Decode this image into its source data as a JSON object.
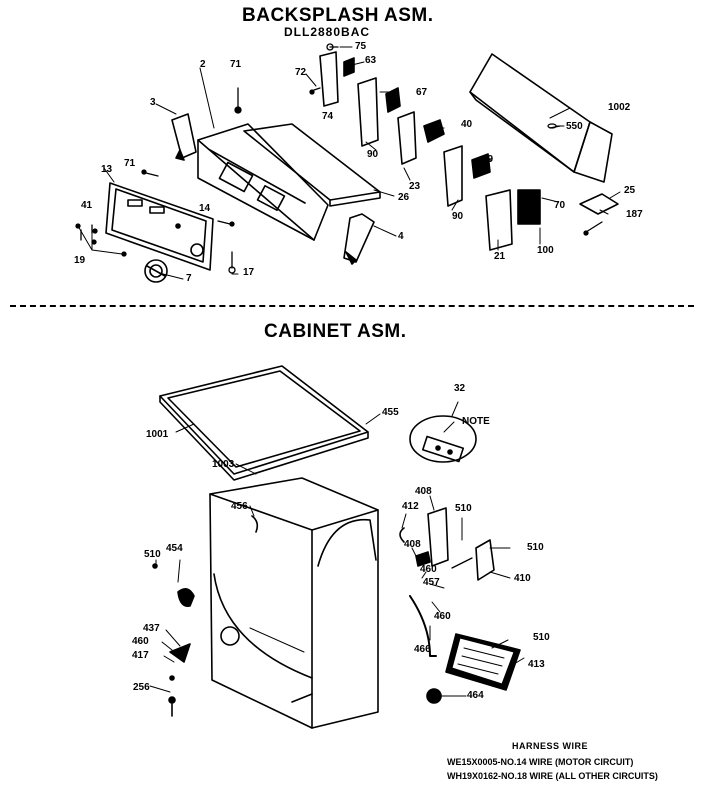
{
  "sections": {
    "backsplash": {
      "title": "BACKSPLASH ASM.",
      "model": "DLL2880BAC"
    },
    "cabinet": {
      "title": "CABINET ASM."
    }
  },
  "part_labels": {
    "p75": "75",
    "p72": "72",
    "p63": "63",
    "p71a": "71",
    "p2": "2",
    "p74": "74",
    "p67": "67",
    "p1002": "1002",
    "p3": "3",
    "p40": "40",
    "p550": "550",
    "p90a": "90",
    "p71b": "71",
    "p13": "13",
    "p23": "23",
    "p69": "69",
    "p26": "26",
    "p25": "25",
    "p41": "41",
    "p14": "14",
    "p70": "70",
    "p187": "187",
    "p90b": "90",
    "p4": "4",
    "p19": "19",
    "p17": "17",
    "p7": "7",
    "p21": "21",
    "p100": "100",
    "p32": "32",
    "p455": "455",
    "note": "NOTE",
    "p1001": "1001",
    "p1003": "1003",
    "p456": "456",
    "p412": "412",
    "p408a": "408",
    "p510a": "510",
    "p408b": "408",
    "p510b": "510",
    "p510c": "510",
    "p454": "454",
    "p460a": "460",
    "p457": "457",
    "p410": "410",
    "p460b": "460",
    "p437": "437",
    "p460c": "460",
    "p417": "417",
    "p466": "466",
    "p510d": "510",
    "p413": "413",
    "p256": "256",
    "p464": "464"
  },
  "harness": {
    "heading": "HARNESS WIRE",
    "line1": "WE15X0005-NO.14 WIRE (MOTOR CIRCUIT)",
    "line2": "WH19X0162-NO.18 WIRE (ALL OTHER CIRCUITS)"
  }
}
